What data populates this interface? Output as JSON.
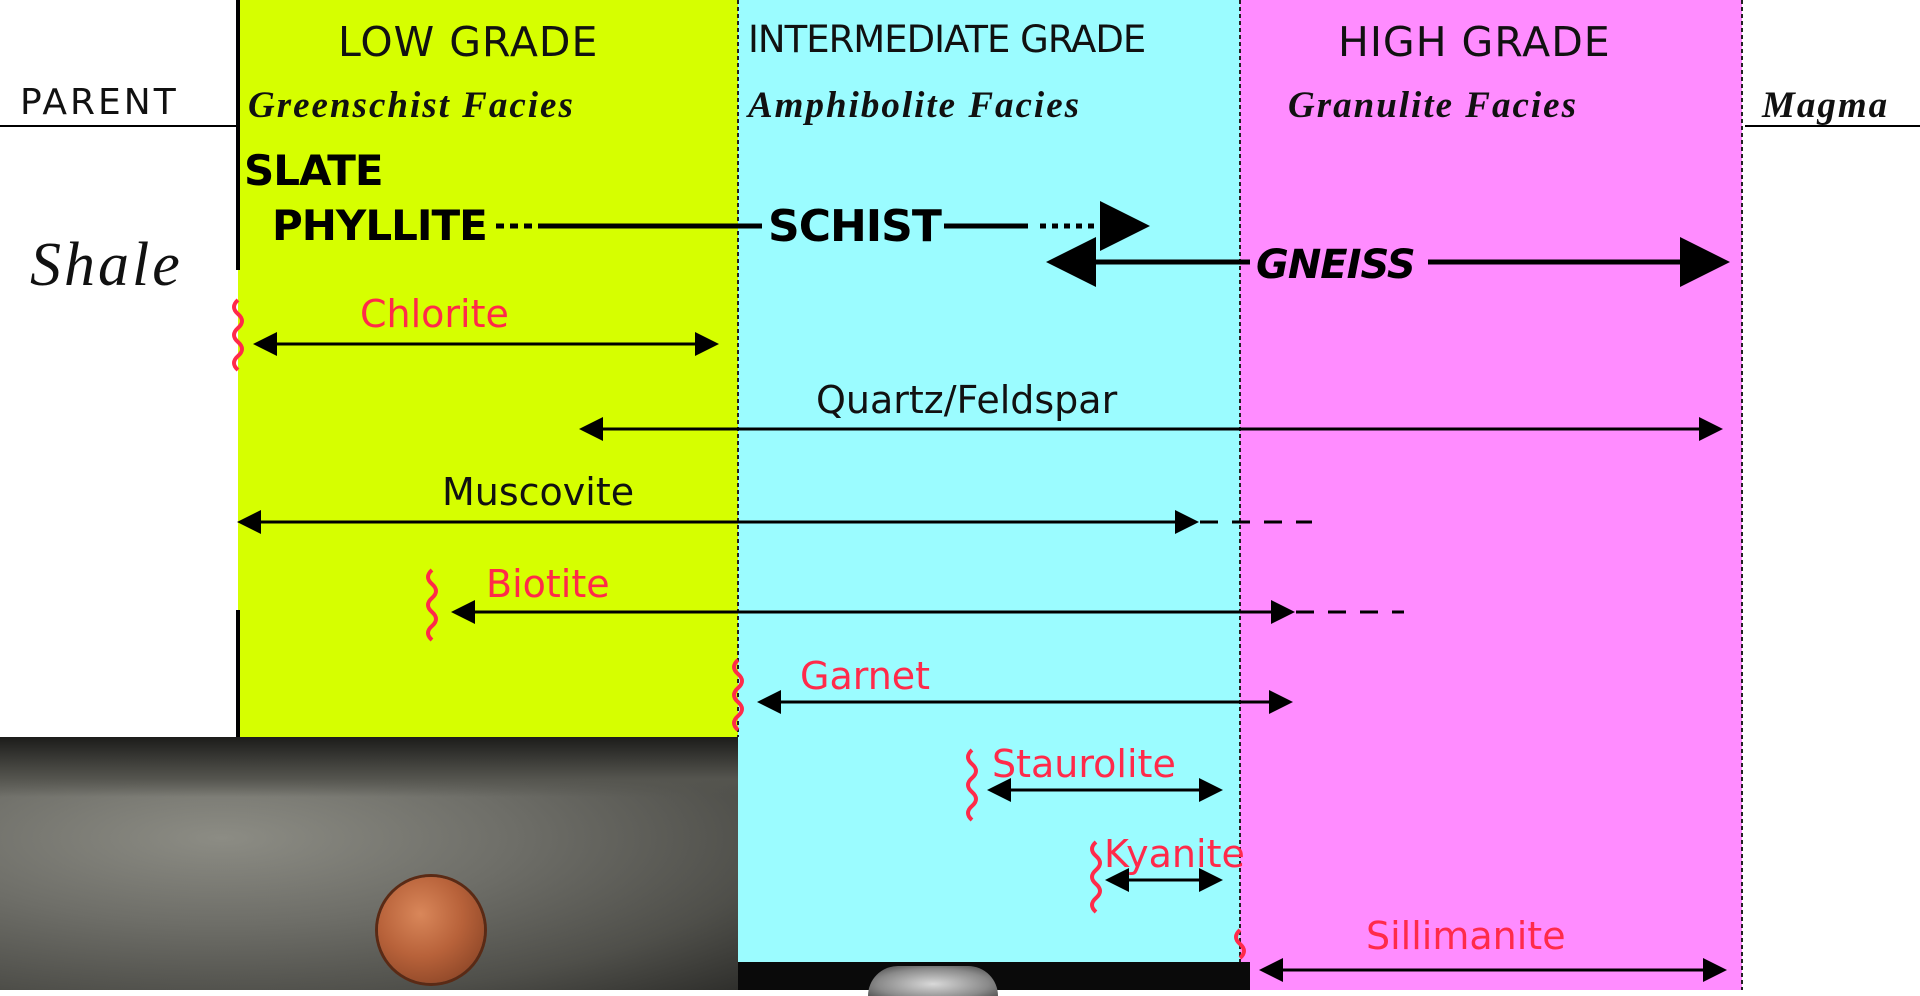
{
  "header": {
    "parent_label": "PARENT",
    "magma_label": "Magma"
  },
  "zones": [
    {
      "grade": "LOW GRADE",
      "facies": "Greenschist Facies",
      "color": "#d6ff00"
    },
    {
      "grade": "INTERMEDIATE GRADE",
      "facies": "Amphibolite Facies",
      "color": "#9bfcff"
    },
    {
      "grade": "HIGH GRADE",
      "facies": "Granulite Facies",
      "color": "#ff8cff"
    }
  ],
  "parent_rock": "Shale",
  "rocks": {
    "slate": "SLATE",
    "phyllite": "PHYLLITE",
    "schist": "SCHIST",
    "gneiss": "GNEISS"
  },
  "minerals": [
    {
      "name": "Chlorite",
      "color": "#ff2a4a"
    },
    {
      "name": "Quartz/Feldspar",
      "color": "#111111"
    },
    {
      "name": "Muscovite",
      "color": "#111111"
    },
    {
      "name": "Biotite",
      "color": "#ff2a4a"
    },
    {
      "name": "Garnet",
      "color": "#ff2a4a"
    },
    {
      "name": "Staurolite",
      "color": "#ff2a4a"
    },
    {
      "name": "Kyanite",
      "color": "#ff2a4a"
    },
    {
      "name": "Sillimanite",
      "color": "#ff2a4a"
    }
  ],
  "photos": [
    {
      "icon": "slate-rock-with-penny-photo"
    },
    {
      "icon": "gneiss-rock-photo"
    }
  ]
}
